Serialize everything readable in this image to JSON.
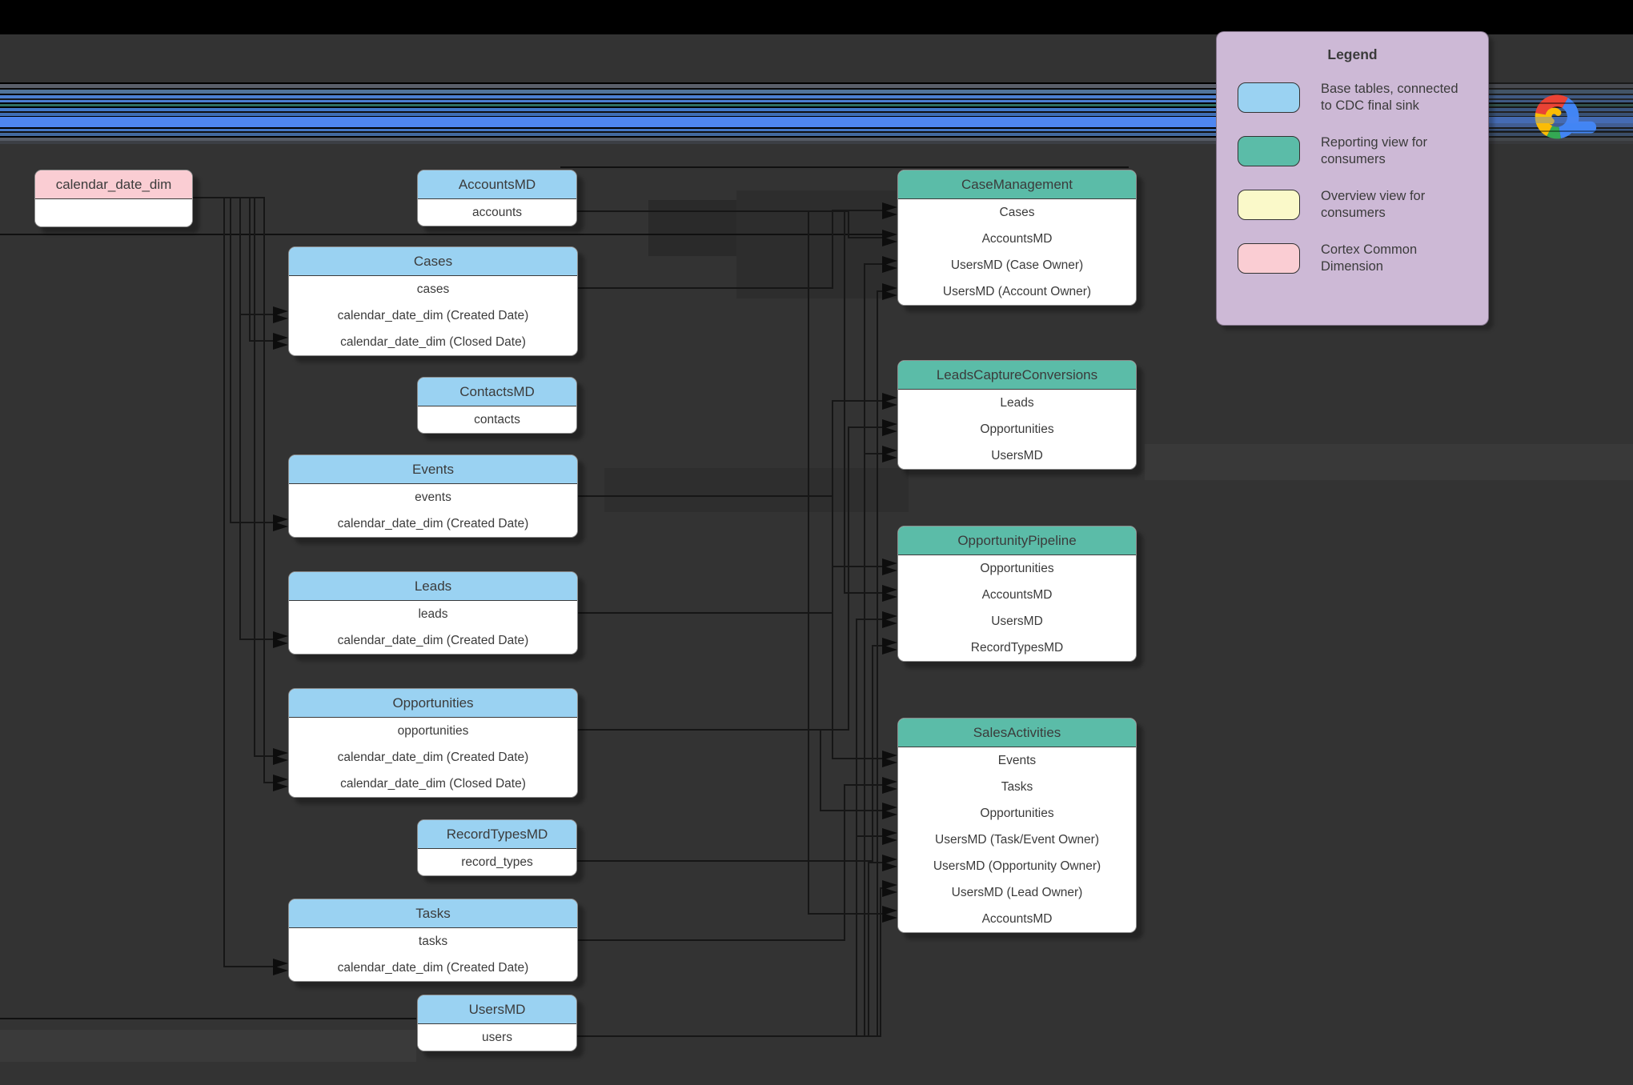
{
  "colors": {
    "background": "#333333",
    "top_band": "#000000",
    "box_body": "#FFFFFF",
    "text": "#3B3B3B",
    "base_table": "#9AD2F2",
    "reporting_view": "#5BBCA8",
    "overview_view": "#FAF9C9",
    "common_dimension": "#FACDD3",
    "legend_background": "#CDB9D6",
    "banner_blue": "#4E86F0",
    "google_red": "#EA4335",
    "google_blue": "#4285F4",
    "google_yellow": "#FBBC05",
    "google_green": "#34A853"
  },
  "icons": {
    "logo": "google-cloud-logo"
  },
  "legend": {
    "title": "Legend",
    "items": [
      {
        "label": "Base tables, connected to CDC final sink",
        "type": "base"
      },
      {
        "label": "Reporting view for consumers",
        "type": "reporting"
      },
      {
        "label": "Overview view for consumers",
        "type": "overview"
      },
      {
        "label": "Cortex Common Dimension",
        "type": "dimension"
      }
    ]
  },
  "tables": [
    {
      "title": "calendar_date_dim",
      "kind": "common_dimension",
      "rows": []
    },
    {
      "title": "AccountsMD",
      "kind": "base_table",
      "rows": [
        "accounts"
      ]
    },
    {
      "title": "Cases",
      "kind": "base_table",
      "rows": [
        "cases",
        "calendar_date_dim (Created Date)",
        "calendar_date_dim (Closed Date)"
      ]
    },
    {
      "title": "ContactsMD",
      "kind": "base_table",
      "rows": [
        "contacts"
      ]
    },
    {
      "title": "Events",
      "kind": "base_table",
      "rows": [
        "events",
        "calendar_date_dim (Created Date)"
      ]
    },
    {
      "title": "Leads",
      "kind": "base_table",
      "rows": [
        "leads",
        "calendar_date_dim (Created Date)"
      ]
    },
    {
      "title": "Opportunities",
      "kind": "base_table",
      "rows": [
        "opportunities",
        "calendar_date_dim (Created Date)",
        "calendar_date_dim (Closed Date)"
      ]
    },
    {
      "title": "RecordTypesMD",
      "kind": "base_table",
      "rows": [
        "record_types"
      ]
    },
    {
      "title": "Tasks",
      "kind": "base_table",
      "rows": [
        "tasks",
        "calendar_date_dim (Created Date)"
      ]
    },
    {
      "title": "UsersMD",
      "kind": "base_table",
      "rows": [
        "users"
      ]
    },
    {
      "title": "CaseManagement",
      "kind": "reporting_view",
      "rows": [
        "Cases",
        "AccountsMD",
        "UsersMD (Case Owner)",
        "UsersMD (Account Owner)"
      ]
    },
    {
      "title": "LeadsCaptureConversions",
      "kind": "reporting_view",
      "rows": [
        "Leads",
        "Opportunities",
        "UsersMD"
      ]
    },
    {
      "title": "OpportunityPipeline",
      "kind": "reporting_view",
      "rows": [
        "Opportunities",
        "AccountsMD",
        "UsersMD",
        "RecordTypesMD"
      ]
    },
    {
      "title": "SalesActivities",
      "kind": "reporting_view",
      "rows": [
        "Events",
        "Tasks",
        "Opportunities",
        "UsersMD (Task/Event Owner)",
        "UsersMD (Opportunity Owner)",
        "UsersMD (Lead Owner)",
        "AccountsMD"
      ]
    }
  ]
}
